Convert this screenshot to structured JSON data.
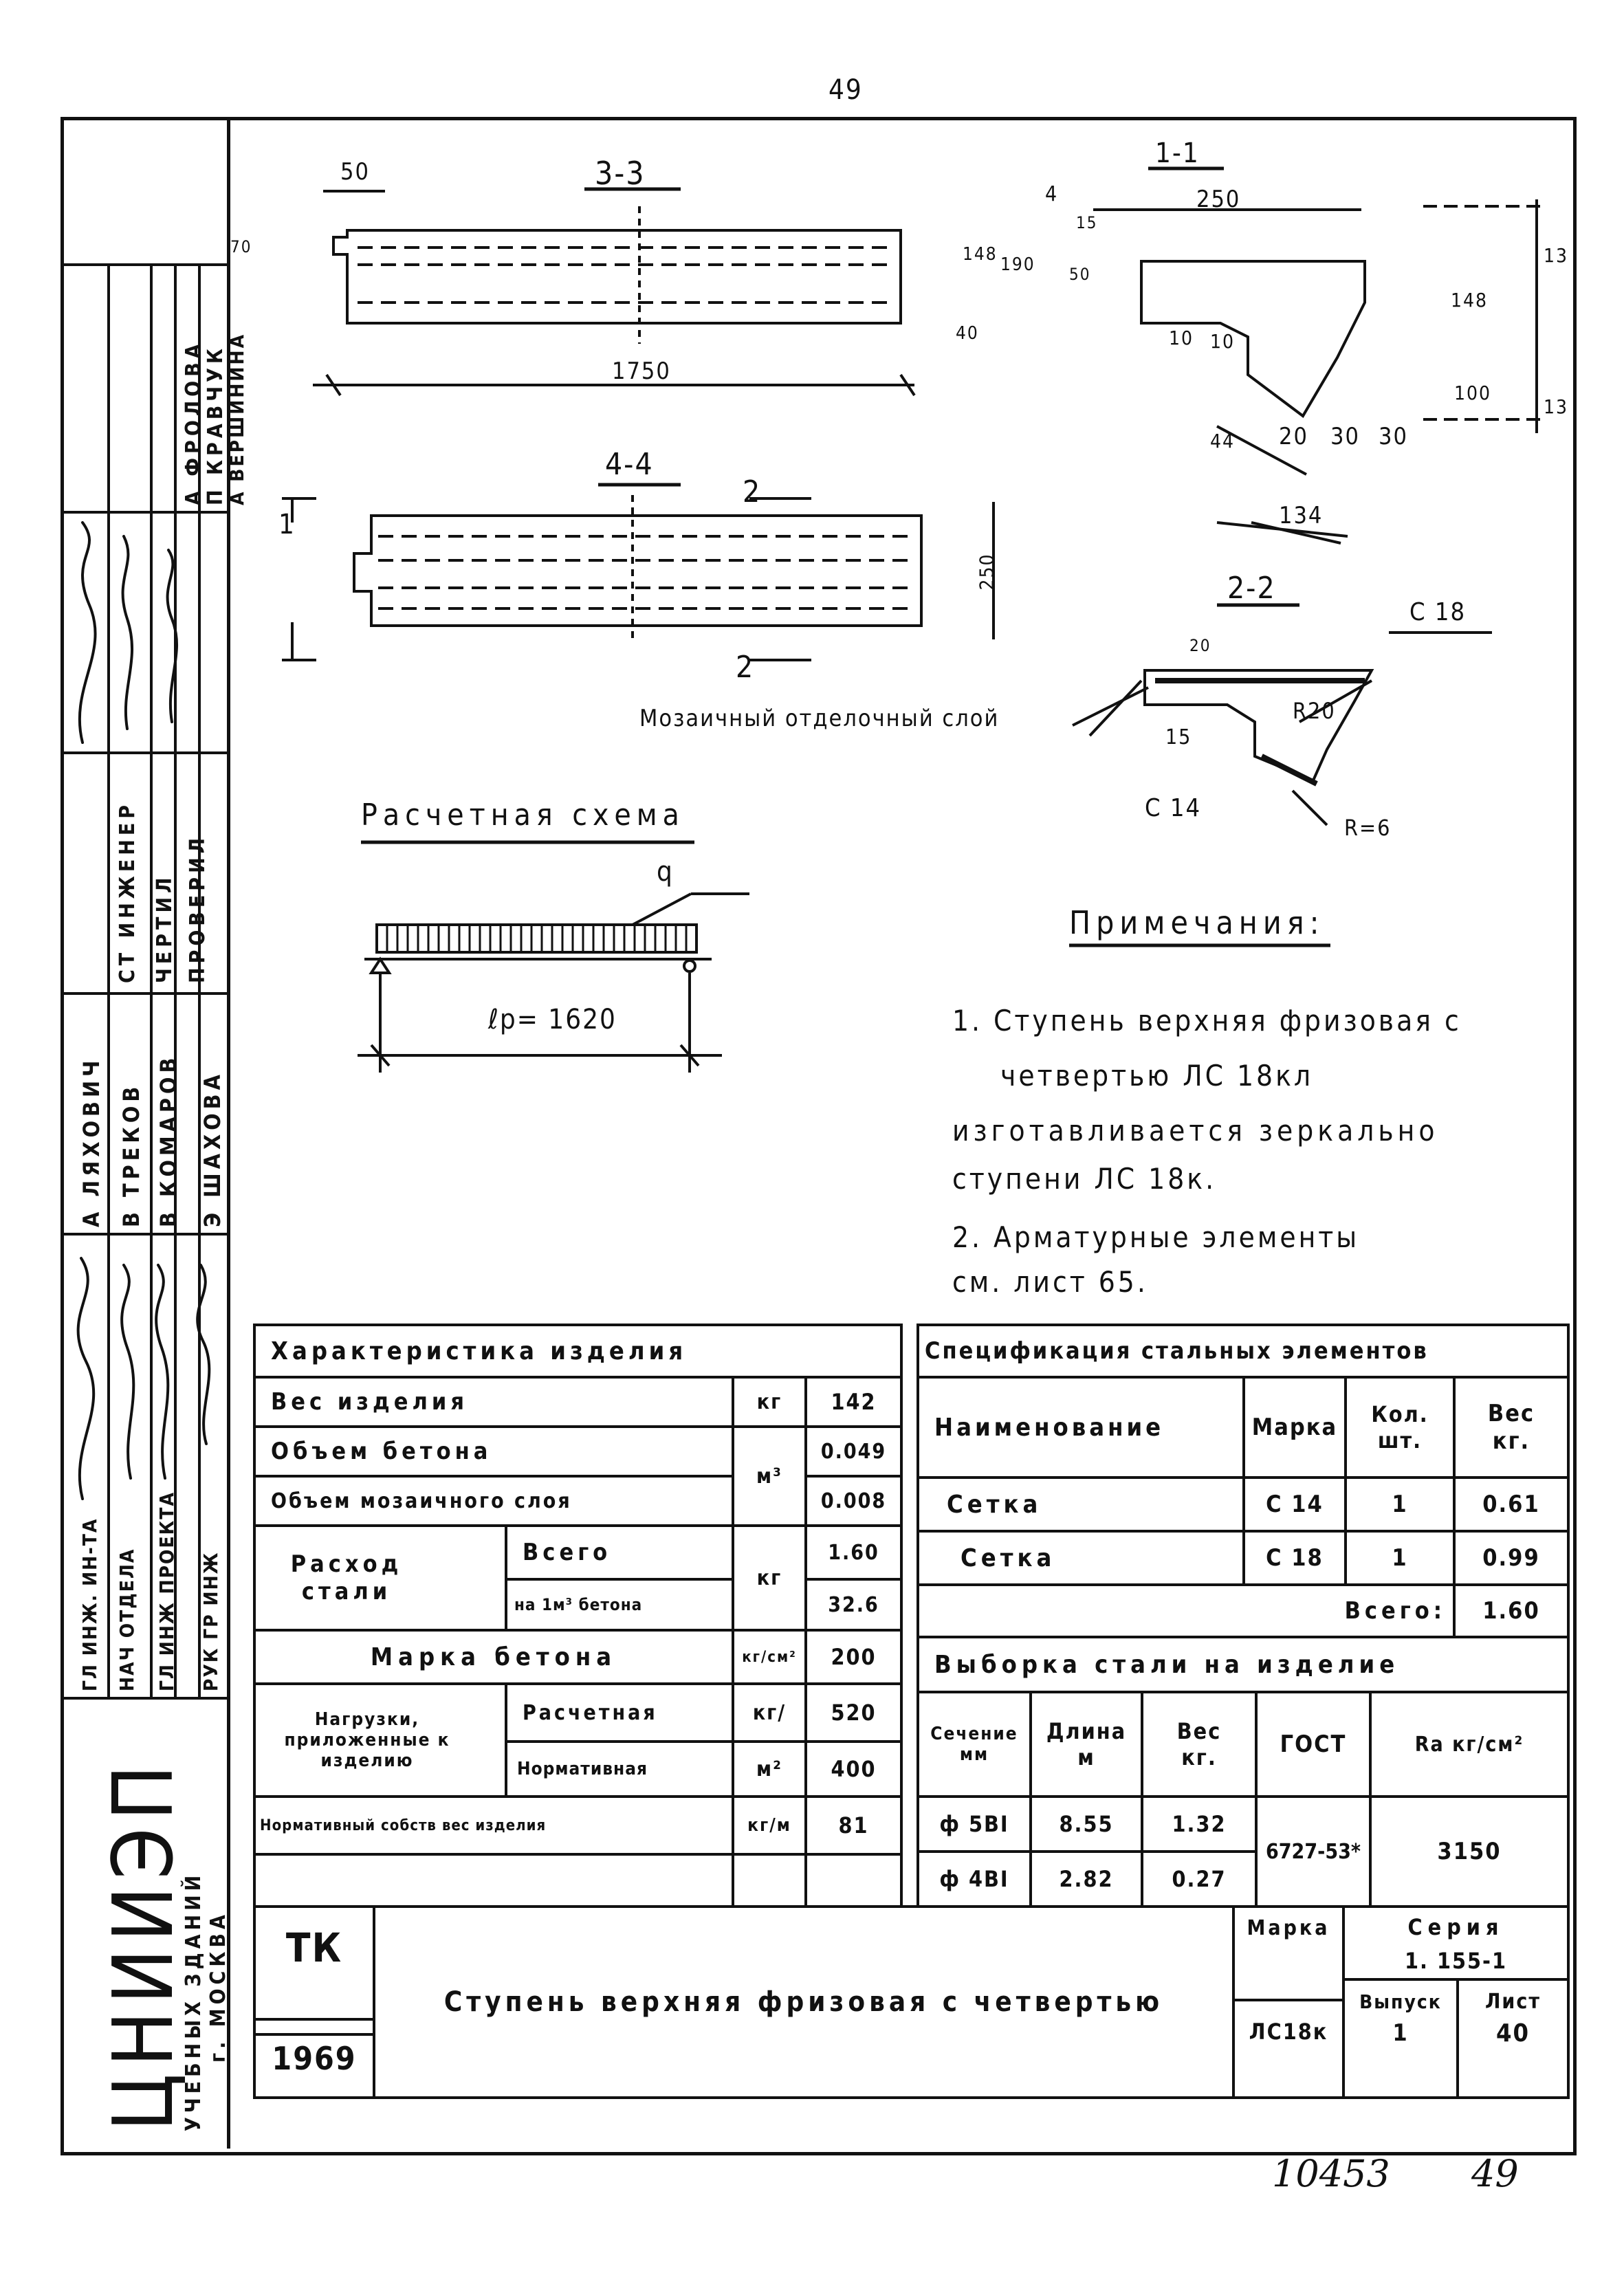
{
  "page": {
    "top_number": "49",
    "bottom_numbers": [
      "10453",
      "49"
    ]
  },
  "sidebar": {
    "rows": [
      {
        "role": "ГЛ ИНЖ. ИН-ТА",
        "name": "А ЛЯХОВИЧ"
      },
      {
        "role": "НАЧ ОТДЕЛА",
        "name": "В ТРЕКОВ"
      },
      {
        "role": "ГЛ ИНЖ ПРОЕКТА",
        "name": "В КОМАРОВ"
      },
      {
        "role": "РУК ГР ИНЖ",
        "name": "Э ШАХОВА"
      },
      {
        "role": "СТ ИНЖЕНЕР",
        "name": "А ФРОЛОВА"
      },
      {
        "role": "ЧЕРТИЛ",
        "name": "П КРАВЧУК"
      },
      {
        "role": "ПРОВЕРИЛ",
        "name": "А ВЕРШИНИНА"
      }
    ],
    "org_name": "ЦНИИЭП",
    "org_sub1": "УЧЕБНЫХ ЗДАНИЙ",
    "org_sub2": "г. МОСКВА"
  },
  "drawing": {
    "section_33": {
      "title": "3-3",
      "dims": [
        "50",
        "70",
        "1750",
        "148",
        "190",
        "40"
      ]
    },
    "section_11": {
      "title": "1-1",
      "dims": [
        "4",
        "15",
        "250",
        "50",
        "10",
        "10",
        "148",
        "13",
        "100",
        "13",
        "44",
        "20",
        "30",
        "30",
        "134"
      ]
    },
    "section_44": {
      "title": "4-4",
      "dims": [
        "1",
        "2",
        "2",
        "250"
      ]
    },
    "section_22": {
      "title": "2-2",
      "labels": [
        "С 18",
        "20",
        "R20",
        "15",
        "С 14",
        "R=6"
      ]
    },
    "mosaic_label": "Мозаичный отделочный слой",
    "scheme": {
      "title": "Расчетная схема",
      "load": "q",
      "span": "ℓр= 1620"
    },
    "notes": {
      "title": "Примечания:",
      "lines": [
        "1. Ступень верхняя фризовая с",
        "четвертью ЛС 18кл",
        "изготавливается зеркально",
        "ступени ЛС 18к.",
        "2. Арматурные элементы",
        "см. лист 65."
      ]
    }
  },
  "char_table": {
    "title": "Характеристика изделия",
    "rows": [
      {
        "name": "Вес изделия",
        "unit": "кг",
        "value": "142"
      },
      {
        "name": "Объем бетона",
        "unit": "м³",
        "value": "0.049"
      },
      {
        "name": "Объем мозаичного слоя",
        "unit": "",
        "value": "0.008"
      },
      {
        "name": "Расход стали",
        "sub1": "Всего",
        "sub2": "на 1м³ бетона",
        "unit": "кг",
        "value1": "1.60",
        "value2": "32.6"
      },
      {
        "name": "Марка бетона",
        "unit": "кг/см²",
        "value": "200"
      },
      {
        "name": "Нагрузки, приложенные к изделию",
        "sub1": "Расчетная",
        "sub2": "Нормативная",
        "unit1": "кг/",
        "unit2": "м²",
        "value1": "520",
        "value2": "400"
      },
      {
        "name": "Нормативный собств вес изделия",
        "unit": "кг/м",
        "value": "81"
      }
    ]
  },
  "spec_table": {
    "title": "Спецификация стальных элементов",
    "headers": [
      "Наименование",
      "Марка",
      "Кол. шт.",
      "Вес кг."
    ],
    "rows": [
      [
        "Сетка",
        "С 14",
        "1",
        "0.61"
      ],
      [
        "Сетка",
        "С 18",
        "1",
        "0.99"
      ]
    ],
    "total_label": "Всего:",
    "total_value": "1.60"
  },
  "steel_table": {
    "title": "Выборка стали на изделие",
    "headers": [
      "Сечение мм",
      "Длина м",
      "Вес кг.",
      "ГОСТ",
      "Ra кг/см²"
    ],
    "rows": [
      [
        "ф 5ВI",
        "8.55",
        "1.32"
      ],
      [
        "ф 4ВI",
        "2.82",
        "0.27"
      ]
    ],
    "gost": "6727-53*",
    "ra": "3150"
  },
  "title_block": {
    "tk": "ТК",
    "year": "1969",
    "name": "Ступень верхняя фризовая с четвертью",
    "marka_label": "Марка",
    "marka": "ЛС18к",
    "seria_label": "Серия",
    "seria": "1. 155-1",
    "vypusk_label": "Выпуск",
    "vypusk": "1",
    "list_label": "Лист",
    "list": "40"
  }
}
